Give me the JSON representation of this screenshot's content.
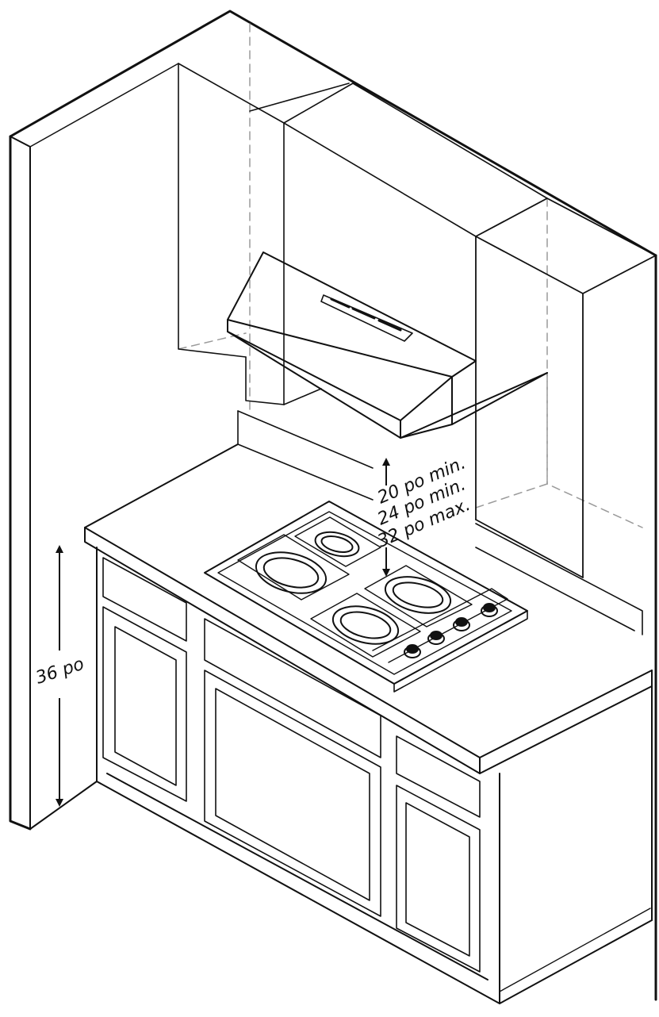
{
  "diagram": {
    "labels": {
      "clearance_min_1": "20 po min.",
      "clearance_min_2": "24 po min.",
      "clearance_max": "32 po max.",
      "counter_height": "36 po"
    },
    "colors": {
      "line": "#111111",
      "dashed": "#9a9a9a",
      "background": "#ffffff"
    }
  }
}
